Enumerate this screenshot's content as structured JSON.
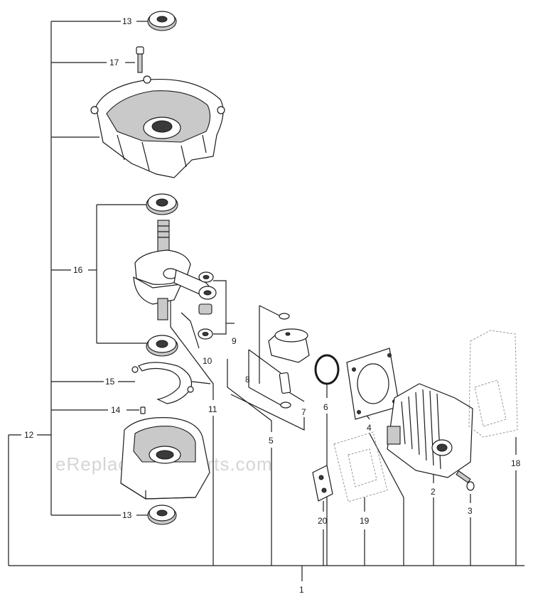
{
  "watermark": "eReplacementParts.com",
  "callouts": [
    {
      "id": "c13a",
      "text": "13"
    },
    {
      "id": "c17",
      "text": "17"
    },
    {
      "id": "c16",
      "text": "16"
    },
    {
      "id": "c15",
      "text": "15"
    },
    {
      "id": "c14",
      "text": "14"
    },
    {
      "id": "c12",
      "text": "12"
    },
    {
      "id": "c13b",
      "text": "13"
    },
    {
      "id": "c9",
      "text": "9"
    },
    {
      "id": "c10",
      "text": "10"
    },
    {
      "id": "c11",
      "text": "11"
    },
    {
      "id": "c8",
      "text": "8"
    },
    {
      "id": "c7",
      "text": "7"
    },
    {
      "id": "c6",
      "text": "6"
    },
    {
      "id": "c5",
      "text": "5"
    },
    {
      "id": "c4",
      "text": "4"
    },
    {
      "id": "c2",
      "text": "2"
    },
    {
      "id": "c3",
      "text": "3"
    },
    {
      "id": "c18",
      "text": "18"
    },
    {
      "id": "c20",
      "text": "20"
    },
    {
      "id": "c19",
      "text": "19"
    },
    {
      "id": "c1",
      "text": "1"
    }
  ]
}
